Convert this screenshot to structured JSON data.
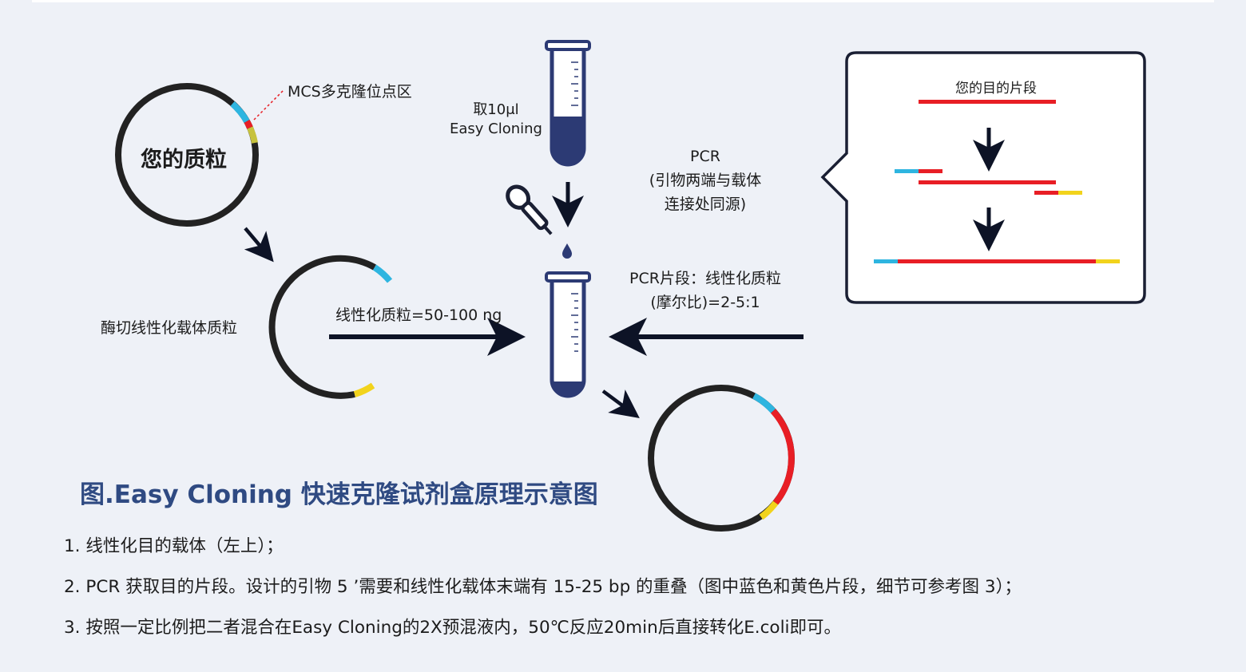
{
  "colors": {
    "background": "#eef1f7",
    "plasmid": "#222222",
    "mcs_blue": "#2eb5e0",
    "mcs_yellow": "#c7c23d",
    "insert_red": "#e81e25",
    "overlap_yellow": "#f2d31c",
    "tube_fill": "#2c3a74",
    "arrow": "#0d1326",
    "title": "#2f4a82"
  },
  "labels": {
    "mcs": "MCS多克隆位点区",
    "plasmid": "您的质粒",
    "take_line1": "取10μl",
    "take_line2": "Easy Cloning",
    "enzyme_cut": "酶切线性化载体质粒",
    "linear_amount": "线性化质粒=50-100 ng",
    "pcr_line1": "PCR",
    "pcr_line2": "(引物两端与载体",
    "pcr_line3": "连接处同源)",
    "ratio_line1": "PCR片段：线性化质粒",
    "ratio_line2": "(摩尔比)=2-5:1",
    "target_fragment": "您的目的片段"
  },
  "icons": [
    "tube-icon",
    "dropper-icon",
    "droplet-icon",
    "arrow-icon"
  ],
  "figure_title": "图.Easy Cloning 快速克隆试剂盒原理示意图",
  "steps": [
    "1. 线性化目的载体（左上）；",
    "2. PCR 获取目的片段。设计的引物 5 ’需要和线性化载体末端有 15-25 bp 的重叠（图中蓝色和黄色片段，细节可参考图 3）；",
    "3. 按照一定比例把二者混合在Easy Cloning的2X预混液内，50℃反应20min后直接转化E.coli即可。"
  ]
}
